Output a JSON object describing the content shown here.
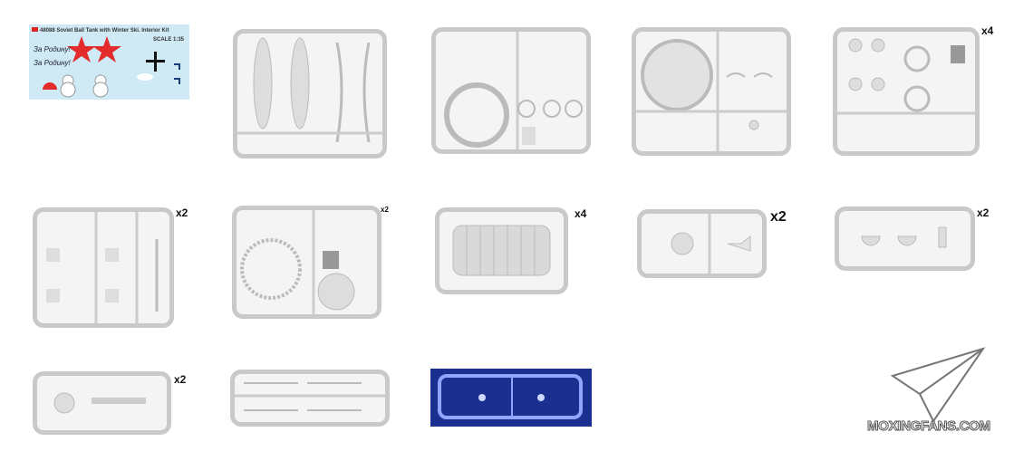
{
  "decal_sheet": {
    "title": "48088 Soviet Ball Tank with Winter Ski. Interior Kit",
    "scale": "SCALE 1:35"
  },
  "multipliers": {
    "sprue_5": "x4",
    "sprue_6": "x2",
    "sprue_7": "x2",
    "sprue_8": "x4",
    "sprue_9": "x2",
    "sprue_10": "x2",
    "sprue_11": "x2"
  },
  "watermark": {
    "text": "MOXINGFANS.COM"
  },
  "colors": {
    "plastic": "#c9c9c9",
    "decal_background": "#cfe9f5",
    "clear_sprue_background": "#1a2f8f",
    "star_red": "#e32b2b"
  }
}
